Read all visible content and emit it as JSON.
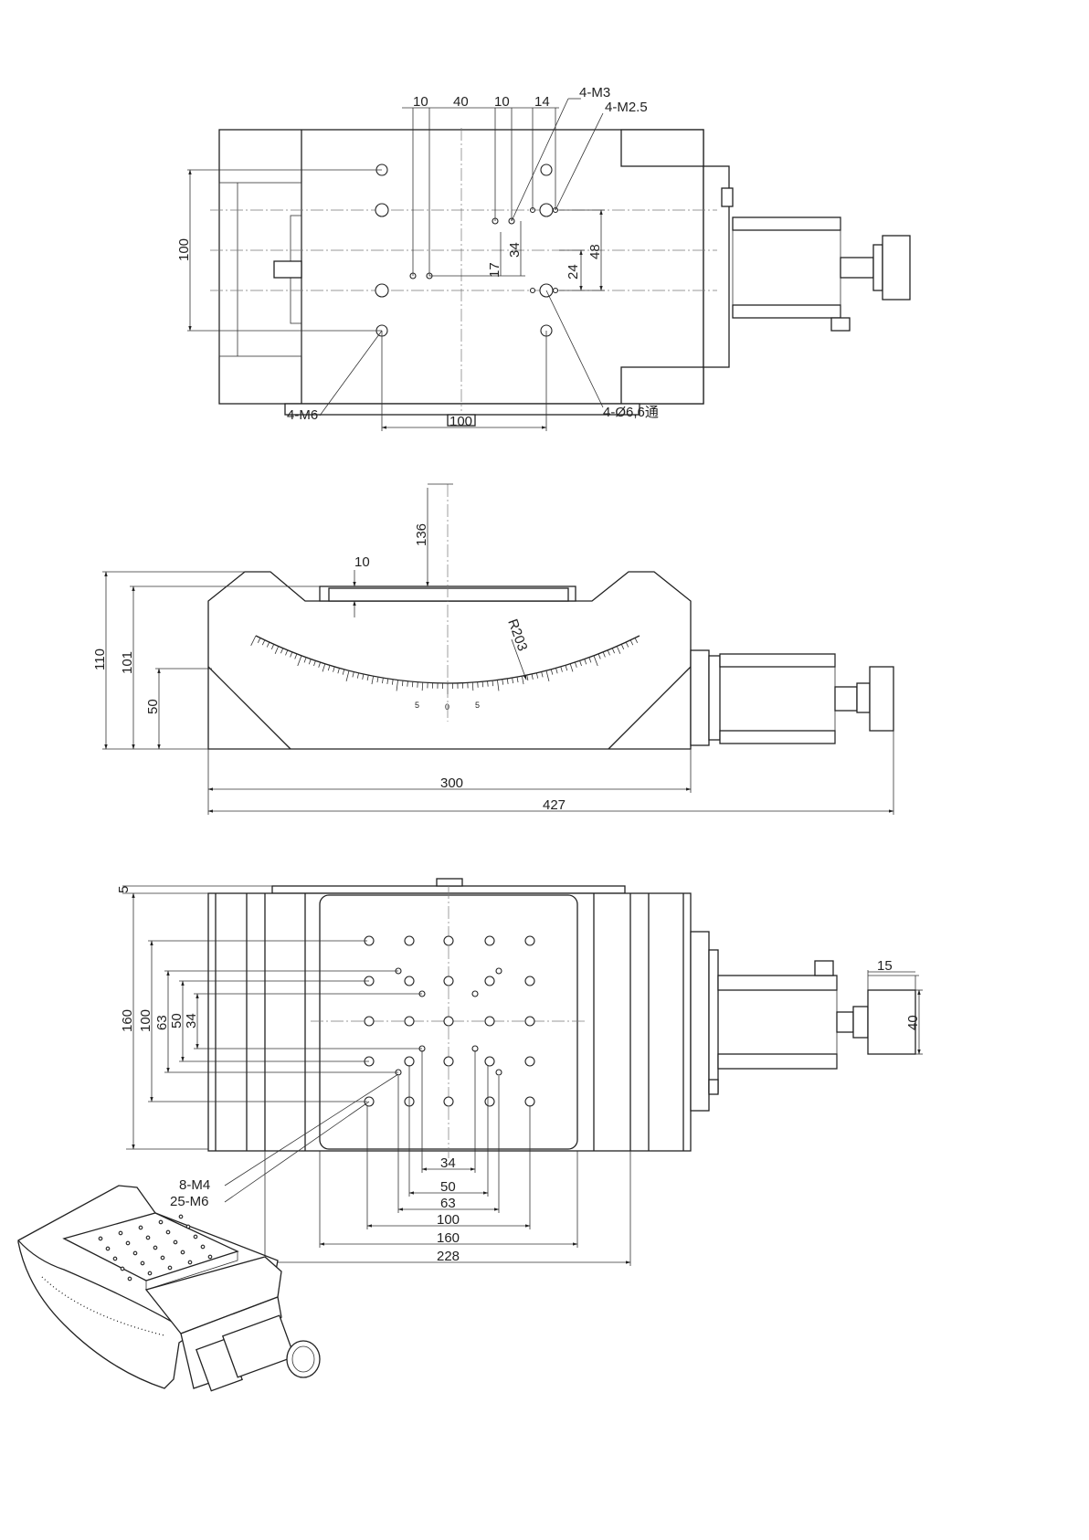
{
  "views": {
    "top": {
      "dims": {
        "d10a": "10",
        "d40": "40",
        "d10b": "10",
        "d14": "14",
        "d100v": "100",
        "d34": "34",
        "d17": "17",
        "d24": "24",
        "d48": "48",
        "d100h": "100"
      },
      "callouts": {
        "m3": "4-M3",
        "m25": "4-M2.5",
        "m6": "4-M6",
        "thru": "4-Ø6,6通"
      }
    },
    "front": {
      "dims": {
        "d136": "136",
        "d10": "10",
        "d110": "110",
        "d101": "101",
        "d50": "50",
        "d300": "300",
        "d427": "427"
      },
      "radius": "R203",
      "scale_marks": [
        "5",
        "0",
        "5"
      ]
    },
    "bottom": {
      "dims": {
        "d5": "5",
        "d160v": "160",
        "d100v": "100",
        "d63v": "63",
        "d50v": "50",
        "d34v": "34",
        "d15": "15",
        "d40": "40",
        "d34h": "34",
        "d50h": "50",
        "d63h": "63",
        "d100h": "100",
        "d160h": "160",
        "d228h": "228"
      },
      "callouts": {
        "m4": "8-M4",
        "m6": "25-M6"
      }
    }
  },
  "colors": {
    "line": "#222222",
    "center_line": "#777777",
    "background": "#ffffff"
  }
}
